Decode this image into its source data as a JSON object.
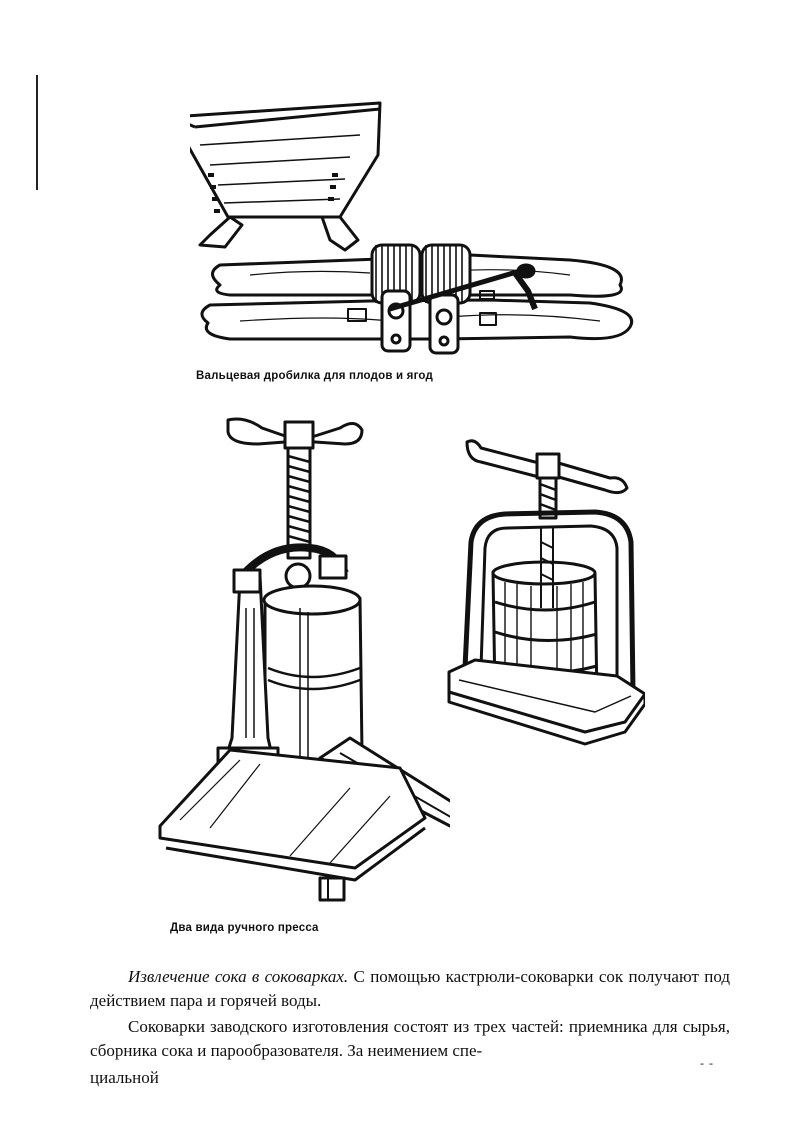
{
  "figures": {
    "crusher": {
      "caption": "Вальцевая дробилка для плодов и ягод",
      "icon": "roller-crusher-illustration"
    },
    "presses": {
      "caption": "Два вида ручного пресса",
      "icon": "manual-press-illustration"
    }
  },
  "text": {
    "para1_lead": "Извлечение сока в соковарках.",
    "para1_rest": " С помощью кастрюли-соковарки сок получают под действием пара и горячей воды.",
    "para2": "Соковарки заводского изготовления состоят из трех частей: прием­ника для сырья, сборника сока и парообразователя. За неимением спе-",
    "last_line": "циальной",
    "dash": "- -"
  }
}
